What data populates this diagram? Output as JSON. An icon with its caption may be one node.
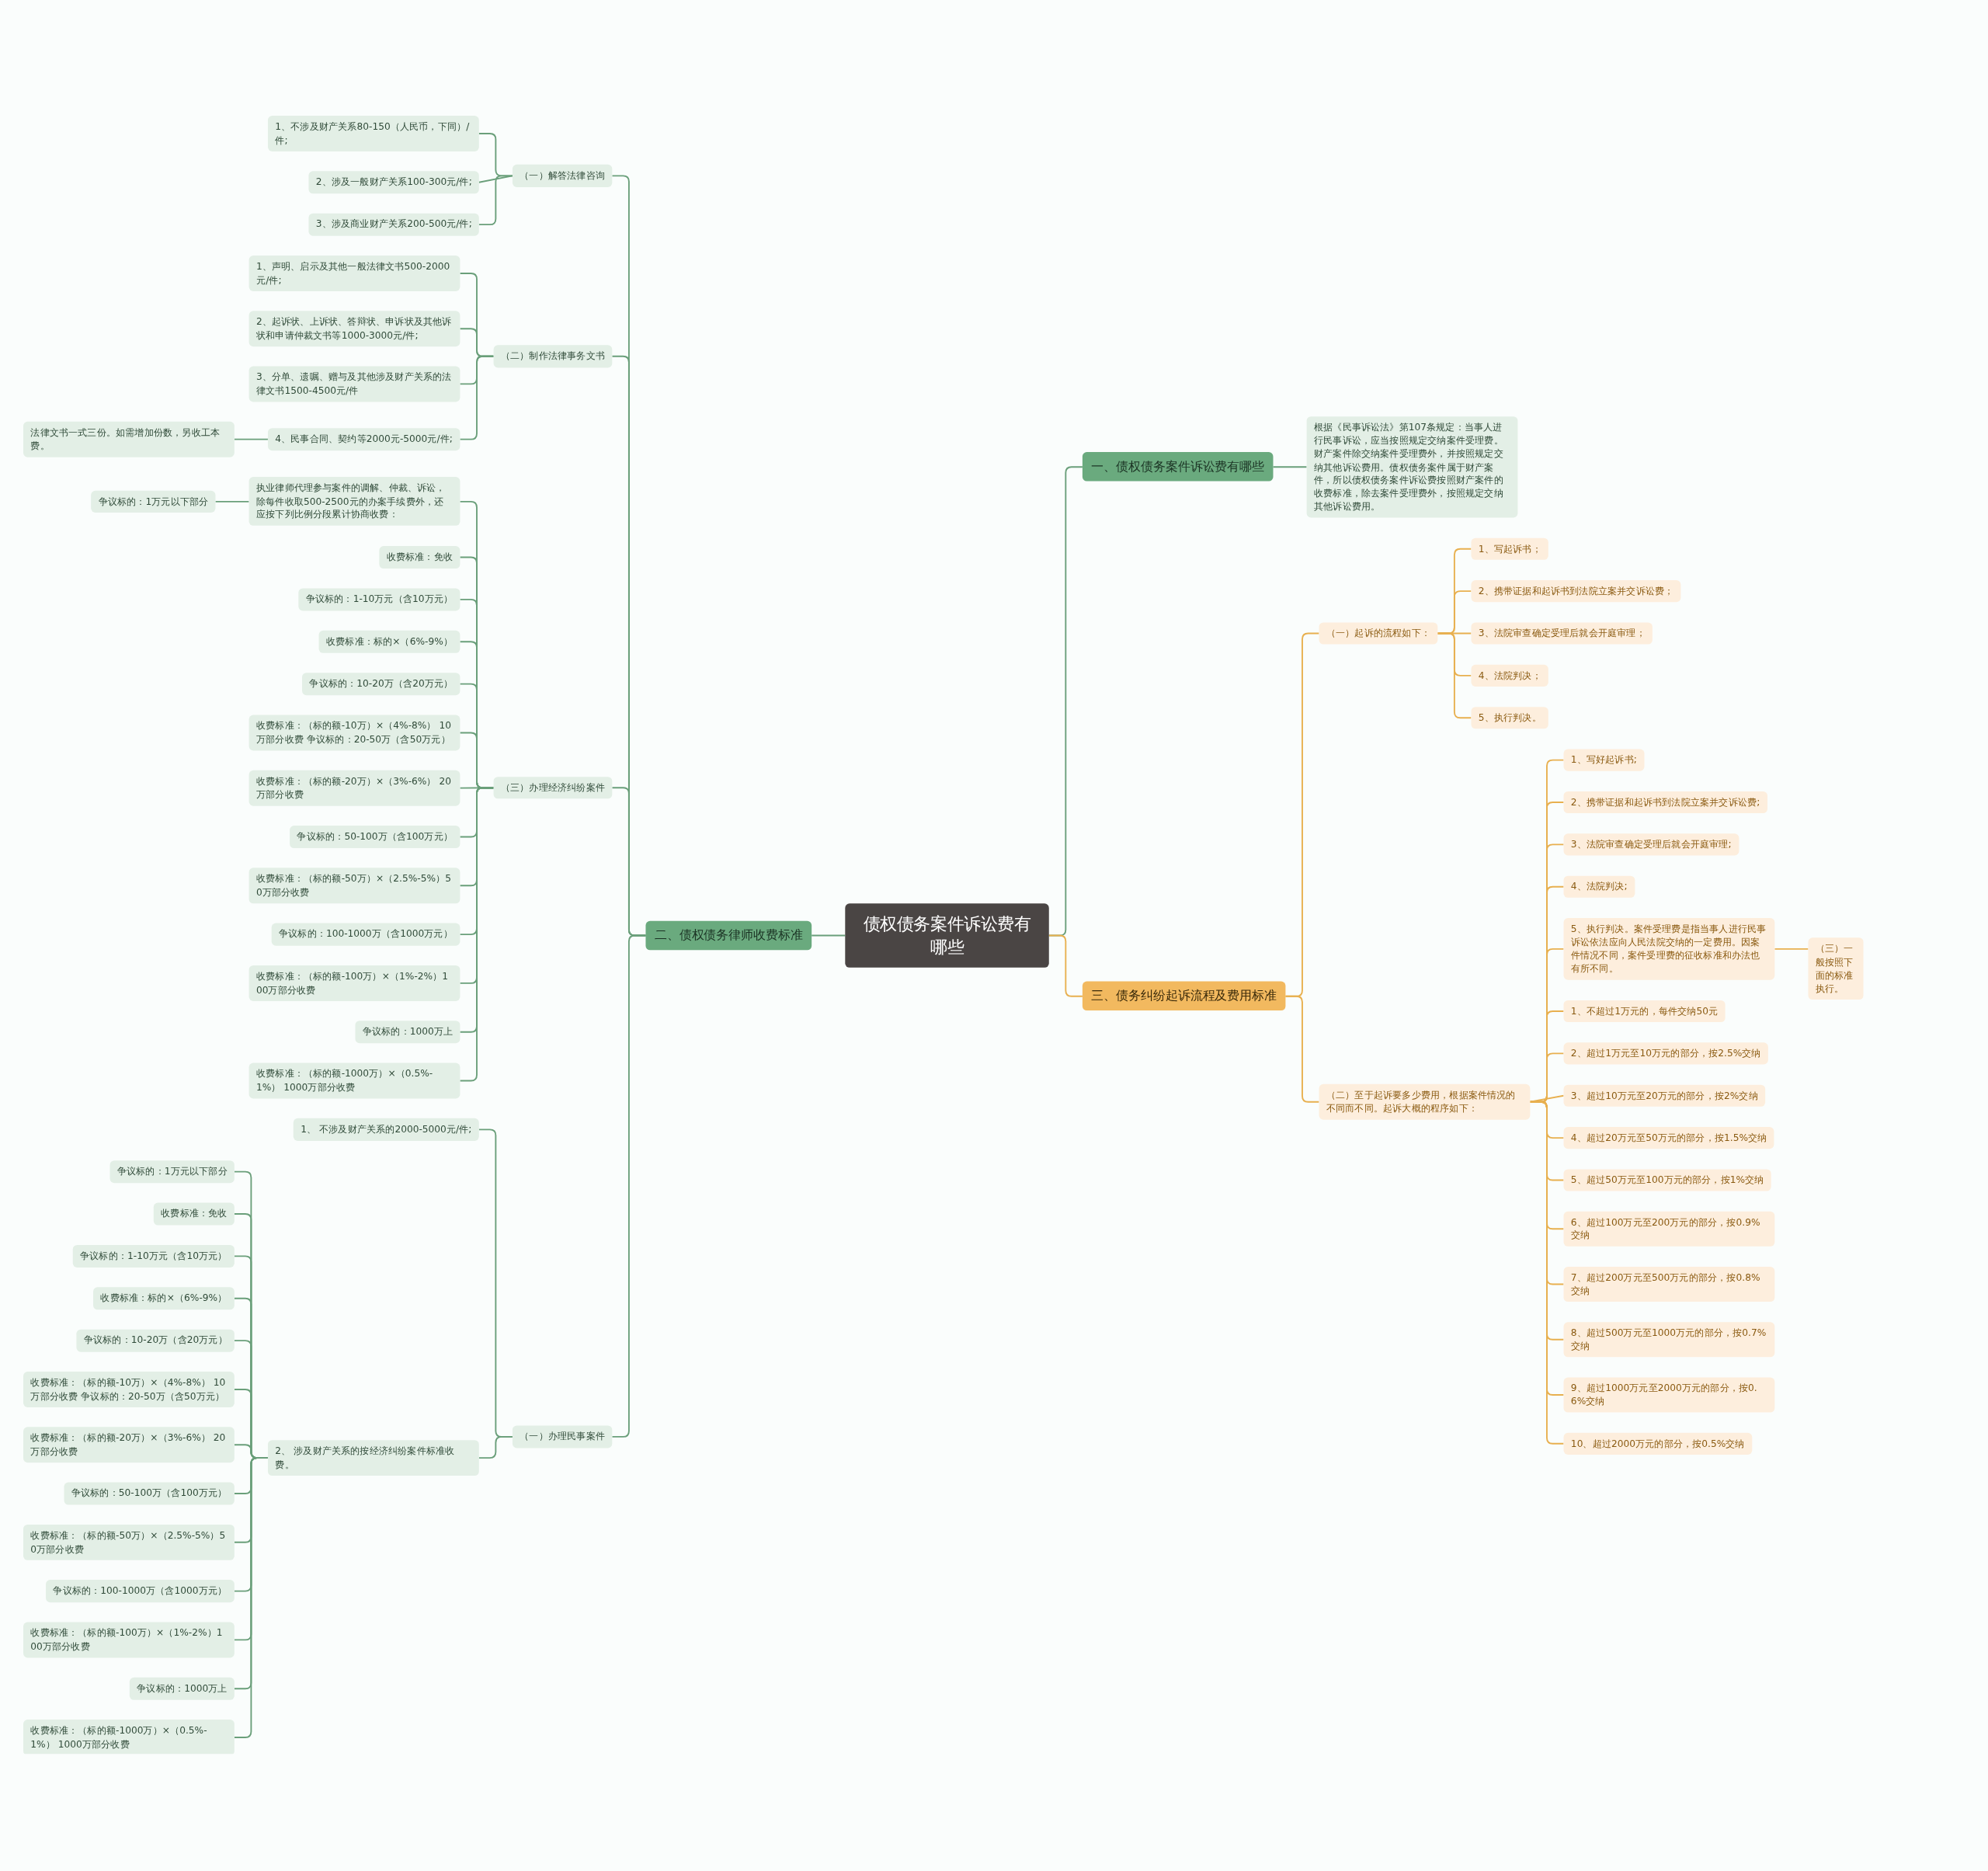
{
  "diagram": {
    "nodes": [
      {
        "text": [
          "债权债务案件诉讼费有哪些"
        ]
      },
      {
        "text": [
          "一、债权债务案件诉讼费有哪些"
        ]
      },
      {
        "text": [
          "根据《民事诉讼法》第107条规定：当事人进行民事诉讼，应当按照规定交纳案件受理费。财产案件除交纳案件受理费外，并按照规定交纳其他诉讼费用。债权债务案件属于财产案件，所以债权债务案件诉讼费按照财产案件的收费标准，除去案件受理费外，按照规定交纳其他诉讼费用。"
        ]
      },
      {
        "text": [
          "二、债权债务律师收费标准"
        ]
      },
      {
        "text": [
          "（一）解答法律咨询"
        ]
      },
      {
        "text": [
          "1、不涉及财产关系80-150（人民币，下同）/件;"
        ]
      },
      {
        "text": [
          "2、涉及一般财产关系100-300元/件;"
        ]
      },
      {
        "text": [
          "3、涉及商业财产关系200-500元/件;"
        ]
      },
      {
        "text": [
          "（二）制作法律事务文书"
        ]
      },
      {
        "text": [
          "1、声明、启示及其他一般法律文书500-2000元/件;"
        ]
      },
      {
        "text": [
          "2、起诉状、上诉状、答辩状、申诉状及其他诉状和申请仲裁文书等1000-3000元/件;"
        ]
      },
      {
        "text": [
          "3、分单、遗嘱、赠与及其他涉及财产关系的法律文书1500-4500元/件"
        ]
      },
      {
        "text": [
          "4、民事合同、契约等2000元-5000元/件;"
        ]
      },
      {
        "text": [
          "法律文书一式三份。如需增加份数，另收工本费。"
        ]
      },
      {
        "text": [
          "（三）办理经济纠纷案件"
        ]
      },
      {
        "text": [
          "执业律师代理参与案件的调解、仲裁、诉讼，除每件收取500-2500元的办案手续费外，还应按下列比例分段累计协商收费："
        ]
      },
      {
        "text": [
          "争议标的：1万元以下部分"
        ]
      },
      {
        "text": [
          "收费标准：免收"
        ]
      },
      {
        "text": [
          "争议标的：1-10万元（含10万元）"
        ]
      },
      {
        "text": [
          "收费标准：标的×（6%-9%）"
        ]
      },
      {
        "text": [
          "争议标的：10-20万（含20万元）"
        ]
      },
      {
        "text": [
          "收费标准：（标的额-10万）×（4%-8%） 10万部分收费 争议标的：20-50万（含50万元）"
        ]
      },
      {
        "text": [
          "收费标准：（标的额-20万）×（3%-6%） 20万部分收费"
        ]
      },
      {
        "text": [
          "争议标的：50-100万（含100万元）"
        ]
      },
      {
        "text": [
          "收费标准：（标的额-50万）×（2.5%-5%）50万部分收费"
        ]
      },
      {
        "text": [
          "争议标的：100-1000万（含1000万元）"
        ]
      },
      {
        "text": [
          "收费标准：（标的额-100万）×（1%-2%）100万部分收费"
        ]
      },
      {
        "text": [
          "争议标的：1000万上"
        ]
      },
      {
        "text": [
          "收费标准：（标的额-1000万）×（0.5%-1%） 1000万部分收费"
        ]
      },
      {
        "text": [
          "（一）办理民事案件"
        ]
      },
      {
        "text": [
          "1、 不涉及财产关系的2000-5000元/件;"
        ]
      },
      {
        "text": [
          "2、 涉及财产关系的按经济纠纷案件标准收费。"
        ]
      },
      {
        "text": [
          "争议标的：1万元以下部分"
        ]
      },
      {
        "text": [
          "收费标准：免收"
        ]
      },
      {
        "text": [
          "争议标的：1-10万元（含10万元）"
        ]
      },
      {
        "text": [
          "收费标准：标的×（6%-9%）"
        ]
      },
      {
        "text": [
          "争议标的：10-20万（含20万元）"
        ]
      },
      {
        "text": [
          "收费标准：（标的额-10万）×（4%-8%） 10万部分收费 争议标的：20-50万（含50万元）"
        ]
      },
      {
        "text": [
          "收费标准：（标的额-20万）×（3%-6%） 20万部分收费"
        ]
      },
      {
        "text": [
          "争议标的：50-100万（含100万元）"
        ]
      },
      {
        "text": [
          "收费标准：（标的额-50万）×（2.5%-5%）50万部分收费"
        ]
      },
      {
        "text": [
          "争议标的：100-1000万（含1000万元）"
        ]
      },
      {
        "text": [
          "收费标准：（标的额-100万）×（1%-2%）100万部分收费"
        ]
      },
      {
        "text": [
          "争议标的：1000万上"
        ]
      },
      {
        "text": [
          "收费标准：（标的额-1000万）×（0.5%-1%） 1000万部分收费"
        ]
      },
      {
        "text": [
          "三、债务纠纷起诉流程及费用标准"
        ]
      },
      {
        "text": [
          "（一）起诉的流程如下："
        ]
      },
      {
        "text": [
          "1、写起诉书；"
        ]
      },
      {
        "text": [
          "2、携带证据和起诉书到法院立案并交诉讼费；"
        ]
      },
      {
        "text": [
          "3、法院审查确定受理后就会开庭审理；"
        ]
      },
      {
        "text": [
          "4、法院判决；"
        ]
      },
      {
        "text": [
          "5、执行判决。"
        ]
      },
      {
        "text": [
          "（二）至于起诉要多少费用，根据案件情况的不同而不同。起诉大概的程序如下："
        ]
      },
      {
        "text": [
          "1、写好起诉书;"
        ]
      },
      {
        "text": [
          "2、携带证据和起诉书到法院立案并交诉讼费;"
        ]
      },
      {
        "text": [
          "3、法院审查确定受理后就会开庭审理;"
        ]
      },
      {
        "text": [
          "4、法院判决;"
        ]
      },
      {
        "text": [
          "5、执行判决。案件受理费是指当事人进行民事诉讼依法应向人民法院交纳的一定费用。因案件情况不同，案件受理费的征收标准和办法也有所不同。"
        ]
      },
      {
        "text": [
          "（三）一般按照下面的标准执行。"
        ]
      },
      {
        "text": [
          "1、不超过1万元的，每件交纳50元"
        ]
      },
      {
        "text": [
          "2、超过1万元至10万元的部分，按2.5%交纳"
        ]
      },
      {
        "text": [
          "3、超过10万元至20万元的部分，按2%交纳"
        ]
      },
      {
        "text": [
          "4、超过20万元至50万元的部分，按1.5%交纳"
        ]
      },
      {
        "text": [
          "5、超过50万元至100万元的部分，按1%交纳"
        ]
      },
      {
        "text": [
          "6、超过100万元至200万元的部分，按0.9%交纳"
        ]
      },
      {
        "text": [
          "7、超过200万元至500万元的部分，按0.8%交纳"
        ]
      },
      {
        "text": [
          "8、超过500万元至1000万元的部分，按0.7%交纳"
        ]
      },
      {
        "text": [
          "9、超过1000万元至2000万元的部分，按0.6%交纳"
        ]
      },
      {
        "text": [
          "10、超过2000万元的部分，按0.5%交纳"
        ]
      }
    ],
    "edges": [
      {
        "from": 0,
        "to": 1,
        "arrow": "none"
      },
      {
        "from": 1,
        "to": 2,
        "arrow": "none"
      },
      {
        "from": 0,
        "to": 3,
        "arrow": "none"
      },
      {
        "from": 3,
        "to": 4,
        "arrow": "none"
      },
      {
        "from": 4,
        "to": 5,
        "arrow": "none"
      },
      {
        "from": 4,
        "to": 6,
        "arrow": "none"
      },
      {
        "from": 4,
        "to": 7,
        "arrow": "none"
      },
      {
        "from": 3,
        "to": 8,
        "arrow": "none"
      },
      {
        "from": 8,
        "to": 9,
        "arrow": "none"
      },
      {
        "from": 8,
        "to": 10,
        "arrow": "none"
      },
      {
        "from": 8,
        "to": 11,
        "arrow": "none"
      },
      {
        "from": 8,
        "to": 12,
        "arrow": "none"
      },
      {
        "from": 12,
        "to": 13,
        "arrow": "none"
      },
      {
        "from": 3,
        "to": 14,
        "arrow": "none"
      },
      {
        "from": 14,
        "to": 15,
        "arrow": "none"
      },
      {
        "from": 15,
        "to": 16,
        "arrow": "none"
      },
      {
        "from": 14,
        "to": 17,
        "arrow": "none"
      },
      {
        "from": 14,
        "to": 18,
        "arrow": "none"
      },
      {
        "from": 14,
        "to": 19,
        "arrow": "none"
      },
      {
        "from": 14,
        "to": 20,
        "arrow": "none"
      },
      {
        "from": 14,
        "to": 21,
        "arrow": "none"
      },
      {
        "from": 14,
        "to": 22,
        "arrow": "none"
      },
      {
        "from": 14,
        "to": 23,
        "arrow": "none"
      },
      {
        "from": 14,
        "to": 24,
        "arrow": "none"
      },
      {
        "from": 14,
        "to": 25,
        "arrow": "none"
      },
      {
        "from": 14,
        "to": 26,
        "arrow": "none"
      },
      {
        "from": 14,
        "to": 27,
        "arrow": "none"
      },
      {
        "from": 14,
        "to": 28,
        "arrow": "none"
      },
      {
        "from": 3,
        "to": 29,
        "arrow": "none"
      },
      {
        "from": 29,
        "to": 30,
        "arrow": "none"
      },
      {
        "from": 29,
        "to": 31,
        "arrow": "none"
      },
      {
        "from": 31,
        "to": 32,
        "arrow": "none"
      },
      {
        "from": 31,
        "to": 33,
        "arrow": "none"
      },
      {
        "from": 31,
        "to": 34,
        "arrow": "none"
      },
      {
        "from": 31,
        "to": 35,
        "arrow": "none"
      },
      {
        "from": 31,
        "to": 36,
        "arrow": "none"
      },
      {
        "from": 31,
        "to": 37,
        "arrow": "none"
      },
      {
        "from": 31,
        "to": 38,
        "arrow": "none"
      },
      {
        "from": 31,
        "to": 39,
        "arrow": "none"
      },
      {
        "from": 31,
        "to": 40,
        "arrow": "none"
      },
      {
        "from": 31,
        "to": 41,
        "arrow": "none"
      },
      {
        "from": 31,
        "to": 42,
        "arrow": "none"
      },
      {
        "from": 31,
        "to": 43,
        "arrow": "none"
      },
      {
        "from": 31,
        "to": 44,
        "arrow": "none"
      },
      {
        "from": 0,
        "to": 45,
        "arrow": "none",
        "color": "#e8b04f"
      },
      {
        "from": 45,
        "to": 46,
        "arrow": "none",
        "color": "#e8b04f"
      },
      {
        "from": 46,
        "to": 47,
        "arrow": "none",
        "color": "#e8b04f"
      },
      {
        "from": 46,
        "to": 48,
        "arrow": "none",
        "color": "#e8b04f"
      },
      {
        "from": 46,
        "to": 49,
        "arrow": "none",
        "color": "#e8b04f"
      },
      {
        "from": 46,
        "to": 50,
        "arrow": "none",
        "color": "#e8b04f"
      },
      {
        "from": 46,
        "to": 51,
        "arrow": "none",
        "color": "#e8b04f"
      },
      {
        "from": 45,
        "to": 52,
        "arrow": "none",
        "color": "#e8b04f"
      },
      {
        "from": 52,
        "to": 53,
        "arrow": "none",
        "color": "#e8b04f"
      },
      {
        "from": 52,
        "to": 54,
        "arrow": "none",
        "color": "#e8b04f"
      },
      {
        "from": 52,
        "to": 55,
        "arrow": "none",
        "color": "#e8b04f"
      },
      {
        "from": 52,
        "to": 56,
        "arrow": "none",
        "color": "#e8b04f"
      },
      {
        "from": 52,
        "to": 57,
        "arrow": "none",
        "color": "#e8b04f"
      },
      {
        "from": 57,
        "to": 58,
        "arrow": "none",
        "color": "#e8b04f"
      },
      {
        "from": 52,
        "to": 59,
        "arrow": "none",
        "color": "#e8b04f"
      },
      {
        "from": 52,
        "to": 60,
        "arrow": "none",
        "color": "#e8b04f"
      },
      {
        "from": 52,
        "to": 61,
        "arrow": "none",
        "color": "#e8b04f"
      },
      {
        "from": 52,
        "to": 62,
        "arrow": "none",
        "color": "#e8b04f"
      },
      {
        "from": 52,
        "to": 63,
        "arrow": "none",
        "color": "#e8b04f"
      },
      {
        "from": 52,
        "to": 64,
        "arrow": "none",
        "color": "#e8b04f"
      },
      {
        "from": 52,
        "to": 65,
        "arrow": "none",
        "color": "#e8b04f"
      },
      {
        "from": 52,
        "to": 66,
        "arrow": "none",
        "color": "#e8b04f"
      },
      {
        "from": 52,
        "to": 67,
        "arrow": "none",
        "color": "#e8b04f"
      },
      {
        "from": 52,
        "to": 68,
        "arrow": "none",
        "color": "#e8b04f"
      }
    ]
  }
}
